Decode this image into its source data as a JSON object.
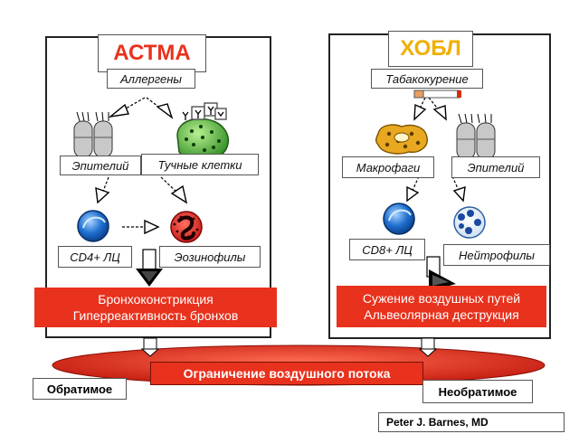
{
  "asthma": {
    "title": "АСТМА",
    "title_color": "#e8321d",
    "allergens": "Аллергены",
    "epithelium": "Эпителий",
    "mast_cells": "Тучные клетки",
    "cd4": "CD4+ ЛЦ",
    "eosinophils": "Эозинофилы",
    "effect_line1": "Бронхоконстрикция",
    "effect_line2": "Гиперреактивность бронхов"
  },
  "copd": {
    "title": "ХОБЛ",
    "title_color": "#f0b000",
    "smoking": "Табакокурение",
    "macrophages": "Макрофаги",
    "epithelium": "Эпителий",
    "cd8": "CD8+ ЛЦ",
    "neutrophils": "Нейтрофилы",
    "effect_line1": "Сужение воздушных путей",
    "effect_line2": "Альвеолярная деструкция"
  },
  "bottom": {
    "airflow_limitation": "Ограничение воздушного потока",
    "reversible": "Обратимое",
    "irreversible": "Необратимое"
  },
  "credit": "Peter J. Barnes, MD",
  "colors": {
    "red": "#e8321d",
    "ellipse": "#e8321d",
    "cell_blue": "#1e6fd0",
    "mast_green": "#3aa62e",
    "eosinophil_red": "#e02020",
    "macrophage_gold": "#e0a020",
    "arrow_fill": "#ffffff"
  },
  "icons": [
    "epithelium-cell-icon",
    "mast-cell-icon",
    "lymphocyte-icon",
    "eosinophil-icon",
    "macrophage-icon",
    "neutrophil-icon",
    "cigarette-icon",
    "antibody-icon"
  ]
}
